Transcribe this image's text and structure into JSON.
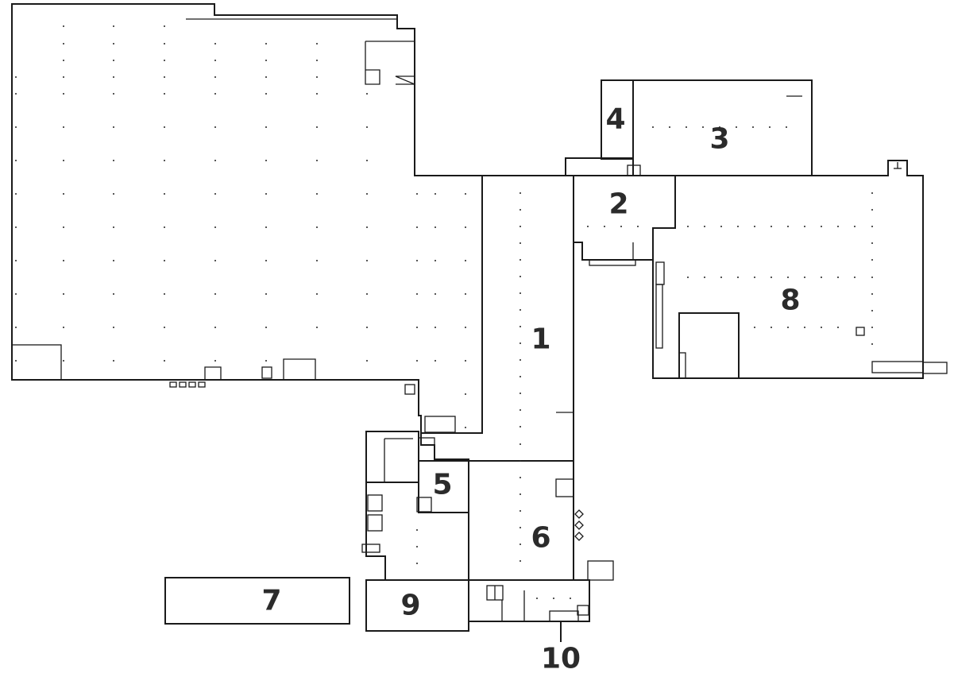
{
  "colors": {
    "warehouse": "#dcdcdc",
    "zone1": "#f27c38",
    "zone2": "#f59356",
    "zone3": "#f7a068",
    "zone4": "#f8ad7e",
    "zone5": "#f8b78a",
    "zone6": "#fac29c",
    "zone7": "#fbd0b3",
    "zone8": "#fddcc7",
    "zone9": "#fee9dd",
    "zone10": "#fff2ec",
    "wall": "#1a1a1a",
    "label": "#2b2b2b"
  },
  "zones": [
    {
      "id": "1",
      "label": "1"
    },
    {
      "id": "2",
      "label": "2"
    },
    {
      "id": "3",
      "label": "3"
    },
    {
      "id": "4",
      "label": "4"
    },
    {
      "id": "5",
      "label": "5"
    },
    {
      "id": "6",
      "label": "6"
    },
    {
      "id": "7",
      "label": "7"
    },
    {
      "id": "8",
      "label": "8"
    },
    {
      "id": "9",
      "label": "9"
    },
    {
      "id": "10",
      "label": "10"
    }
  ]
}
